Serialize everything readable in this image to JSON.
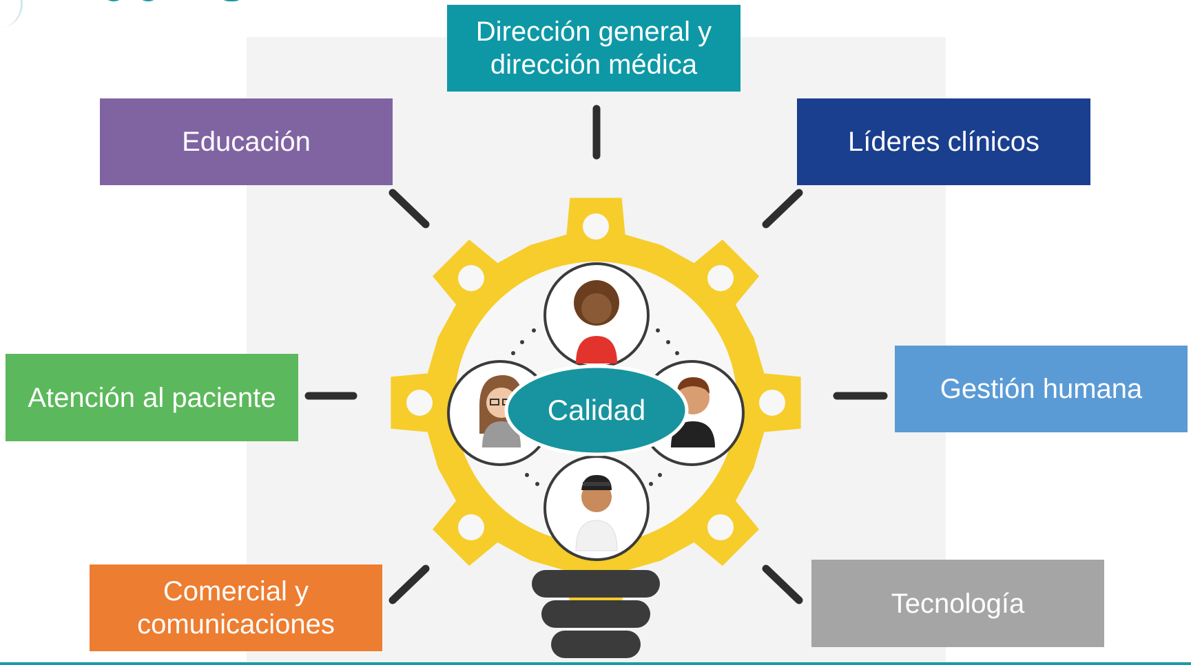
{
  "colors": {
    "background": "#f3f3f3",
    "gear": "#f6cd2a",
    "connector": "#2e2e2e",
    "center_ellipse": "#17949f",
    "accent_rule": "#1a9aa6"
  },
  "center": {
    "label": "Calidad"
  },
  "people_icons": [
    "woman-curly-hair-icon",
    "woman-glasses-icon",
    "man-beard-icon",
    "woman-headband-icon"
  ],
  "nodes": [
    {
      "id": "direccion",
      "label": "Dirección general y\ndirección médica",
      "color": "#0e98a6"
    },
    {
      "id": "educacion",
      "label": "Educación",
      "color": "#8064a2"
    },
    {
      "id": "lideres",
      "label": "Líderes clínicos",
      "color": "#1a3f8f"
    },
    {
      "id": "atencion",
      "label": "Atención al paciente",
      "color": "#5cb85c"
    },
    {
      "id": "gestion",
      "label": "Gestión humana",
      "color": "#5b9bd5"
    },
    {
      "id": "comercial",
      "label": "Comercial y\ncomunicaciones",
      "color": "#ed7d31"
    },
    {
      "id": "tecnologia",
      "label": "Tecnología",
      "color": "#a5a5a5"
    }
  ]
}
